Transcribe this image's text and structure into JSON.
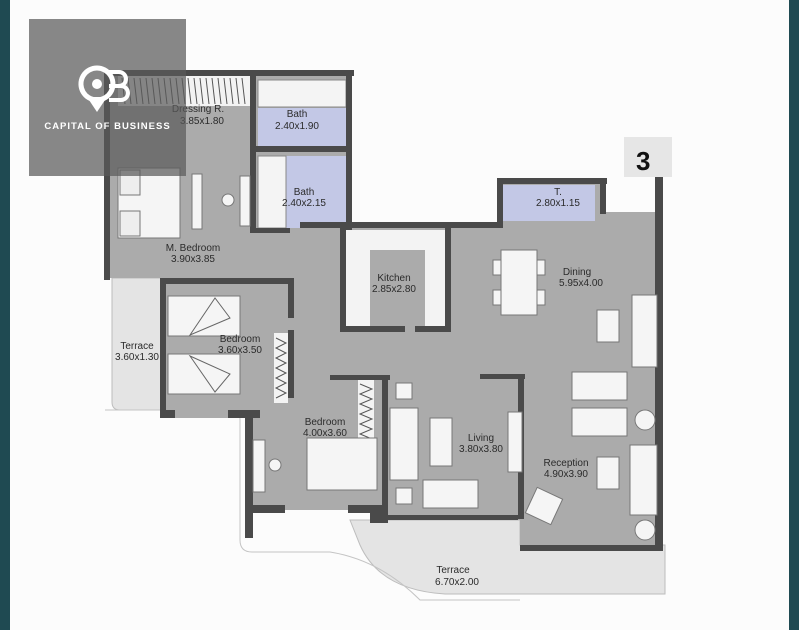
{
  "brand": {
    "name": "CAPITAL OF BUSINESS",
    "logo_icon": "location-pin-cb-monogram-icon"
  },
  "unit": {
    "number": "3"
  },
  "rooms": [
    {
      "name": "Dressing R.",
      "size": "3.85x1.80"
    },
    {
      "name": "Bath",
      "size": "2.40x1.90"
    },
    {
      "name": "Bath",
      "size": "2.40x2.15"
    },
    {
      "name": "T.",
      "size": "2.80x1.15"
    },
    {
      "name": "M. Bedroom",
      "size": "3.90x3.85"
    },
    {
      "name": "Kitchen",
      "size": "2.85x2.80"
    },
    {
      "name": "Dining",
      "size": "5.95x4.00"
    },
    {
      "name": "Terrace",
      "size": "3.60x1.30"
    },
    {
      "name": "Bedroom",
      "size": "3.60x3.50"
    },
    {
      "name": "Bedroom",
      "size": "4.00x3.60"
    },
    {
      "name": "Living",
      "size": "3.80x3.80"
    },
    {
      "name": "Reception",
      "size": "4.90x3.90"
    },
    {
      "name": "Terrace",
      "size": "6.70x2.00"
    }
  ],
  "colors": {
    "border": "#1f4a52",
    "floor": "#a9a9a9",
    "wall": "#4a4a4a",
    "bath_tile": "#c3c8e6",
    "terrace": "#e6e6e6"
  }
}
